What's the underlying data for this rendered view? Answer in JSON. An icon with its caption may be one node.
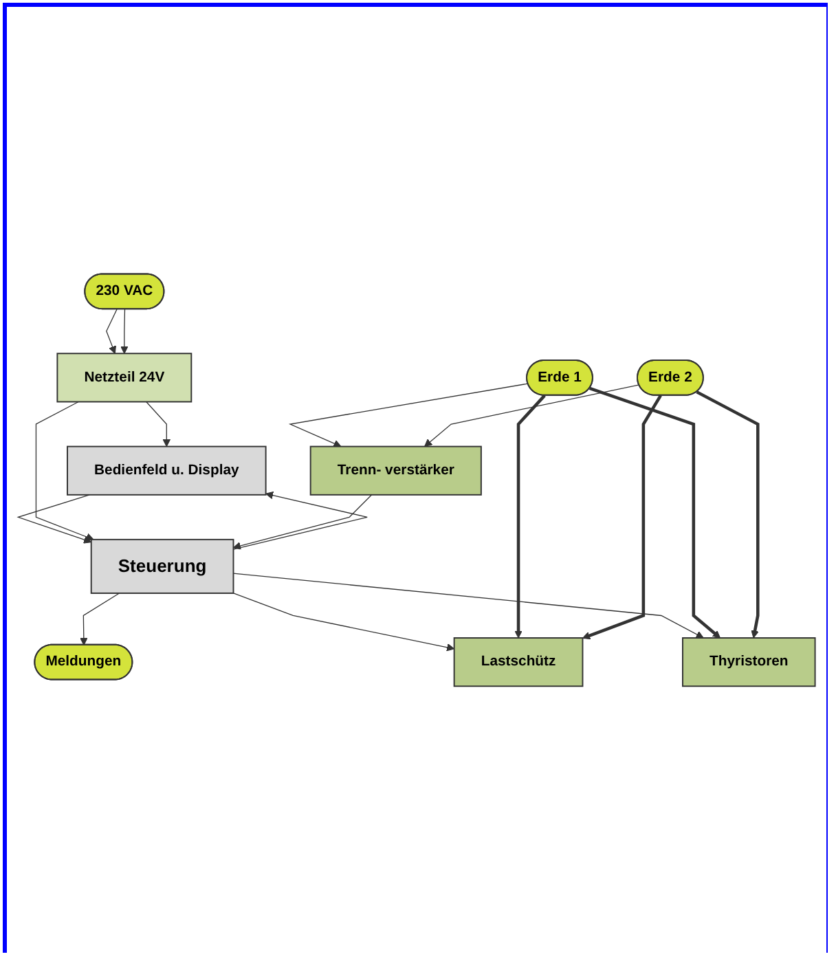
{
  "diagram": {
    "nodes": [
      {
        "text": [
          "Bedienfeld u. Display"
        ]
      },
      {
        "text": [
          "Steuerung"
        ]
      },
      {
        "text": [
          "Netzteil 24V"
        ]
      },
      {
        "text": [
          "230 VAC"
        ]
      },
      {
        "text": [
          "Meldungen"
        ]
      },
      {
        "text": [
          "Lastschütz"
        ]
      },
      {
        "text": [
          "Trenn- verstärker"
        ]
      },
      {
        "text": [
          "Thyristoren"
        ]
      },
      {
        "text": [
          "Erde 1"
        ]
      },
      {
        "text": [
          "Erde 2"
        ]
      }
    ],
    "edges": [
      {
        "from": 2,
        "to": 0,
        "arrow": "to"
      },
      {
        "from": 0,
        "to": 1,
        "arrow": "to"
      },
      {
        "from": 1,
        "to": 0,
        "arrow": "to"
      },
      {
        "from": 2,
        "to": 1,
        "arrow": "to"
      },
      {
        "from": 1,
        "to": 4,
        "arrow": "to"
      },
      {
        "from": 3,
        "to": 2,
        "arrow": "to"
      },
      {
        "from": 3,
        "to": 2,
        "arrow": "to"
      },
      {
        "from": 6,
        "to": 1,
        "arrow": "to"
      },
      {
        "from": 1,
        "to": 5,
        "arrow": "to"
      },
      {
        "from": 1,
        "to": 7,
        "arrow": "to"
      },
      {
        "from": 8,
        "to": 5,
        "arrow": "to",
        "style": "thick"
      },
      {
        "from": 8,
        "to": 7,
        "arrow": "to",
        "style": "thick"
      },
      {
        "from": 9,
        "to": 5,
        "arrow": "to",
        "style": "thick"
      },
      {
        "from": 9,
        "to": 7,
        "arrow": "to",
        "style": "thick"
      },
      {
        "from": 8,
        "to": 6,
        "arrow": "to"
      },
      {
        "from": 9,
        "to": 6,
        "arrow": "to"
      }
    ]
  }
}
